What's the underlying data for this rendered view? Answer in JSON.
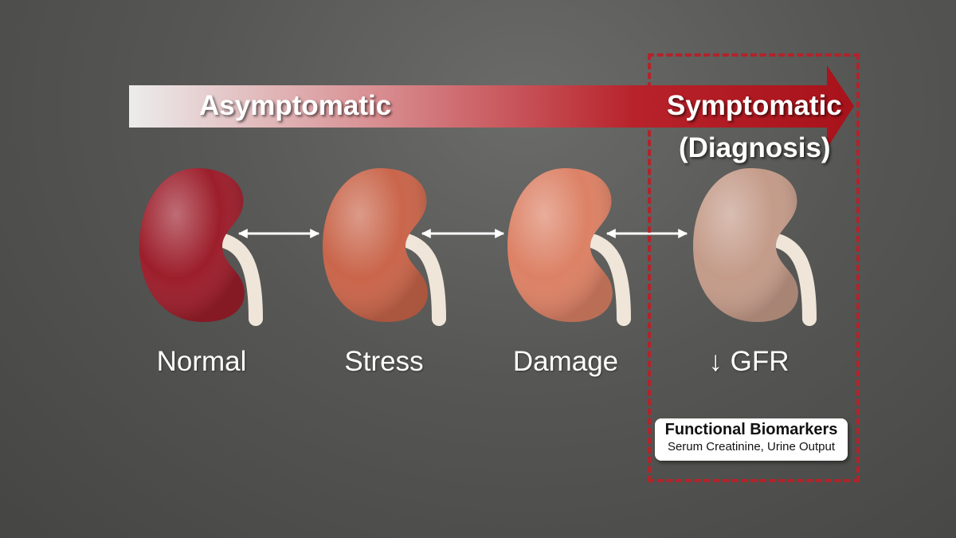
{
  "timeline": {
    "asymptomatic_label": "Asymptomatic",
    "symptomatic_label": "Symptomatic",
    "diagnosis_label": "(Diagnosis)"
  },
  "stages": [
    {
      "label": "Normal",
      "color": "#9c1e2b"
    },
    {
      "label": "Stress",
      "color": "#c9654a"
    },
    {
      "label": "Damage",
      "color": "#dc8165"
    },
    {
      "label": "↓ GFR",
      "color": "#c49b89"
    }
  ],
  "biomarkers": {
    "title": "Functional Biomarkers",
    "subtitle": "Serum Creatinine, Urine Output"
  },
  "colors": {
    "accent": "#b3232a",
    "bar_start": "#ececec",
    "bar_end": "#b0141a"
  }
}
